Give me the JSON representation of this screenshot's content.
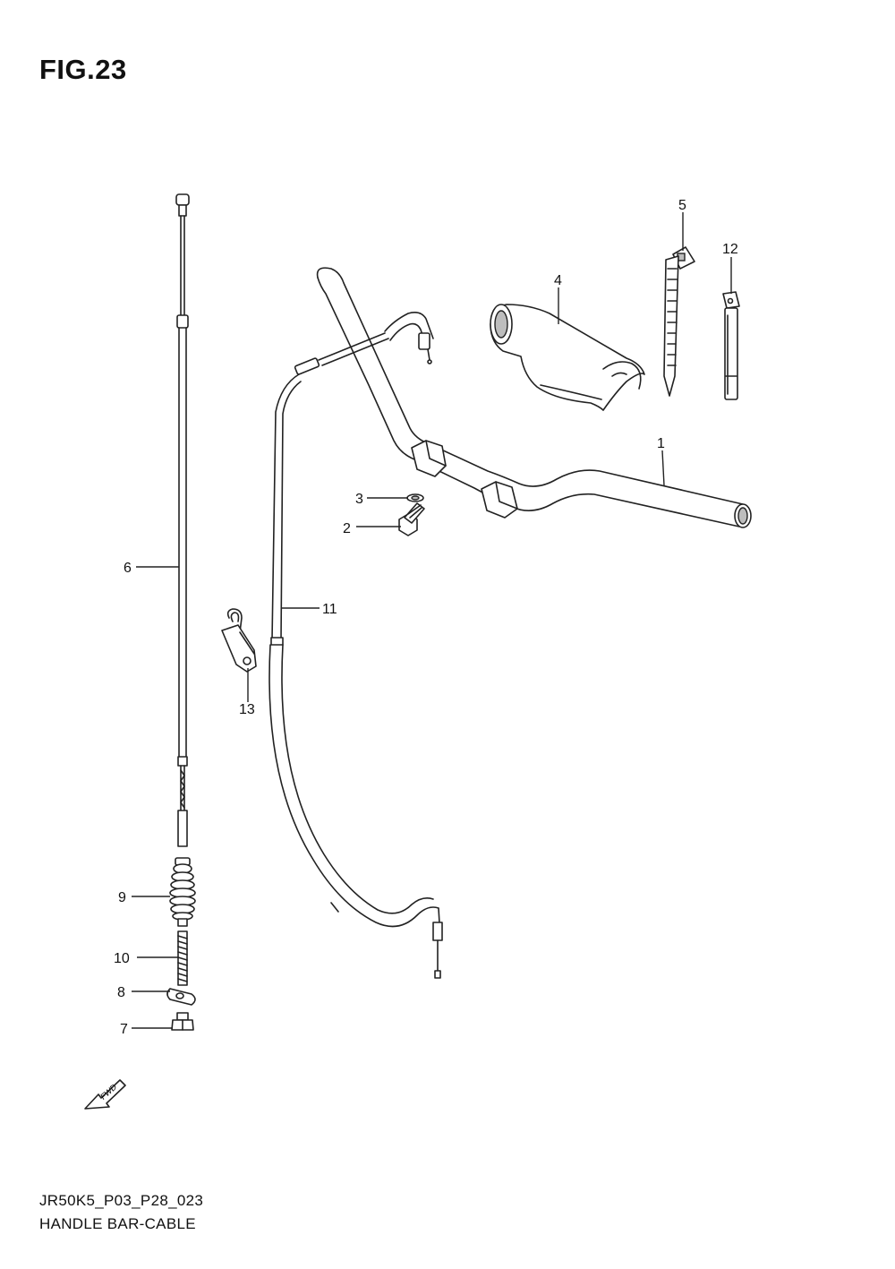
{
  "figure_title": "FIG.23",
  "footer_code": "JR50K5_P03_P28_023",
  "footer_name": "HANDLE BAR-CABLE",
  "fwd_label": "FWD",
  "callouts": {
    "c1": "1",
    "c2": "2",
    "c3": "3",
    "c4": "4",
    "c5": "5",
    "c6": "6",
    "c7": "7",
    "c8": "8",
    "c9": "9",
    "c10": "10",
    "c11": "11",
    "c12": "12",
    "c13": "13"
  }
}
